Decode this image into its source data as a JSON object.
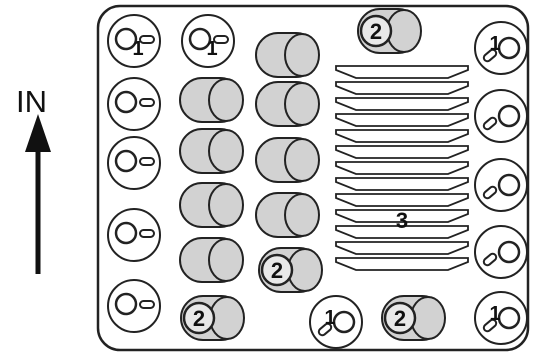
{
  "direction": {
    "label": "IN"
  },
  "colors": {
    "stroke": "#222222",
    "fill": "#d2d2d2",
    "tray": "#ffffff"
  },
  "items": {
    "cup_label": "1",
    "glass_label": "2",
    "plate_stack_label": "3"
  }
}
